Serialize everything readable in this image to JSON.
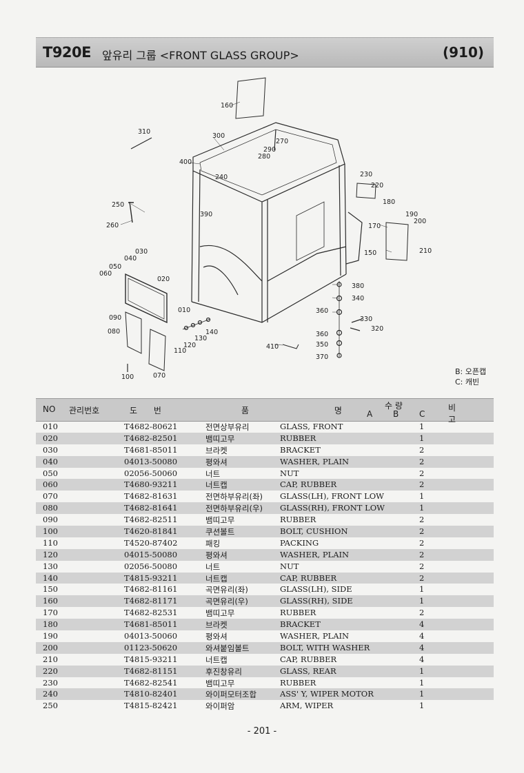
{
  "header": {
    "model": "T920E",
    "title": "앞유리 그룹 <FRONT GLASS GROUP>",
    "code": "(910)"
  },
  "diagram": {
    "callouts": [
      "160",
      "310",
      "300",
      "290",
      "270",
      "280",
      "400",
      "240",
      "230",
      "220",
      "180",
      "190",
      "200",
      "170",
      "210",
      "150",
      "250",
      "390",
      "260",
      "030",
      "040",
      "050",
      "060",
      "020",
      "010",
      "380",
      "340",
      "360",
      "330",
      "320",
      "090",
      "080",
      "140",
      "130",
      "120",
      "110",
      "410",
      "360",
      "350",
      "370",
      "100",
      "070"
    ]
  },
  "legend": [
    "B: 오픈캡",
    "C: 캐빈"
  ],
  "table": {
    "headers": {
      "no": "NO",
      "mgmt": "관리번호",
      "drawing": "도 번",
      "part": "품 명",
      "qty": "수 량",
      "a": "A",
      "b": "B",
      "c": "C",
      "remark": "비 고"
    },
    "rows": [
      {
        "no": "010",
        "pn": "T4682-80621",
        "kr": "전면상부유리",
        "en": "GLASS, FRONT",
        "c": "1"
      },
      {
        "no": "020",
        "pn": "T4682-82501",
        "kr": "뱀띠고무",
        "en": "RUBBER",
        "c": "1"
      },
      {
        "no": "030",
        "pn": "T4681-85011",
        "kr": "브라켓",
        "en": "BRACKET",
        "c": "2"
      },
      {
        "no": "040",
        "pn": "04013-50080",
        "kr": "평와셔",
        "en": "WASHER, PLAIN",
        "c": "2"
      },
      {
        "no": "050",
        "pn": "02056-50060",
        "kr": "너트",
        "en": "NUT",
        "c": "2"
      },
      {
        "no": "060",
        "pn": "T4680-93211",
        "kr": "너트캡",
        "en": "CAP, RUBBER",
        "c": "2"
      },
      {
        "no": "070",
        "pn": "T4682-81631",
        "kr": "전면하부유리(좌)",
        "en": "GLASS(LH), FRONT LOW",
        "c": "1"
      },
      {
        "no": "080",
        "pn": "T4682-81641",
        "kr": "전면하부유리(우)",
        "en": "GLASS(RH), FRONT LOW",
        "c": "1"
      },
      {
        "no": "090",
        "pn": "T4682-82511",
        "kr": "뱀띠고무",
        "en": "RUBBER",
        "c": "2"
      },
      {
        "no": "100",
        "pn": "T4620-81841",
        "kr": "쿠션볼트",
        "en": "BOLT, CUSHION",
        "c": "2"
      },
      {
        "no": "110",
        "pn": "T4520-87402",
        "kr": "패킹",
        "en": "PACKING",
        "c": "2"
      },
      {
        "no": "120",
        "pn": "04015-50080",
        "kr": "평와셔",
        "en": "WASHER, PLAIN",
        "c": "2"
      },
      {
        "no": "130",
        "pn": "02056-50080",
        "kr": "너트",
        "en": "NUT",
        "c": "2"
      },
      {
        "no": "140",
        "pn": "T4815-93211",
        "kr": "너트캡",
        "en": "CAP, RUBBER",
        "c": "2"
      },
      {
        "no": "150",
        "pn": "T4682-81161",
        "kr": "곡면유리(좌)",
        "en": "GLASS(LH), SIDE",
        "c": "1"
      },
      {
        "no": "160",
        "pn": "T4682-81171",
        "kr": "곡면유리(우)",
        "en": "GLASS(RH), SIDE",
        "c": "1"
      },
      {
        "no": "170",
        "pn": "T4682-82531",
        "kr": "뱀띠고무",
        "en": "RUBBER",
        "c": "2"
      },
      {
        "no": "180",
        "pn": "T4681-85011",
        "kr": "브라켓",
        "en": "BRACKET",
        "c": "4"
      },
      {
        "no": "190",
        "pn": "04013-50060",
        "kr": "평와셔",
        "en": "WASHER, PLAIN",
        "c": "4"
      },
      {
        "no": "200",
        "pn": "01123-50620",
        "kr": "와셔붙임볼트",
        "en": "BOLT, WITH WASHER",
        "c": "4"
      },
      {
        "no": "210",
        "pn": "T4815-93211",
        "kr": "너트캡",
        "en": "CAP, RUBBER",
        "c": "4"
      },
      {
        "no": "220",
        "pn": "T4682-81151",
        "kr": "후진창유리",
        "en": "GLASS, REAR",
        "c": "1"
      },
      {
        "no": "230",
        "pn": "T4682-82541",
        "kr": "뱀띠고무",
        "en": "RUBBER",
        "c": "1"
      },
      {
        "no": "240",
        "pn": "T4810-82401",
        "kr": "와이퍼모터조합",
        "en": "ASS' Y, WIPER MOTOR",
        "c": "1"
      },
      {
        "no": "250",
        "pn": "T4815-82421",
        "kr": "와이퍼암",
        "en": "ARM, WIPER",
        "c": "1"
      }
    ]
  },
  "page_number": "- 201 -"
}
